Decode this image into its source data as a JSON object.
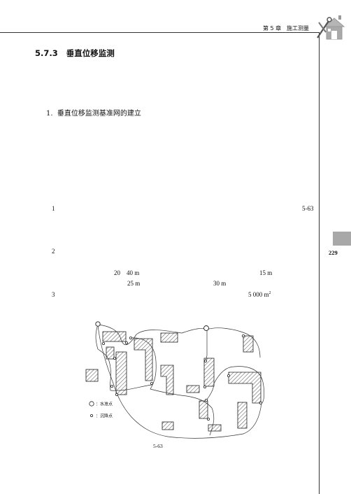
{
  "header": {
    "chapter": "第 5 章",
    "chapter_title": "施工测量"
  },
  "section": {
    "number": "5.7.3",
    "title": "垂直位移监测"
  },
  "subsection": {
    "number": "1.",
    "title": "垂直位移监测基准网的建立"
  },
  "items": [
    {
      "num": "1",
      "right_ref": "5-63"
    },
    {
      "num": "2",
      "dist_a": "20    40 m",
      "dist_b": "15 m",
      "dist_c": "25 m",
      "dist_d": "30 m"
    },
    {
      "num": "3",
      "area": "5 000 m",
      "area_sup": "2"
    }
  ],
  "page": {
    "number": "229"
  },
  "figure": {
    "legend_benchmark": "：水准点",
    "legend_settlement": "：沉降点",
    "caption": "5-63"
  }
}
